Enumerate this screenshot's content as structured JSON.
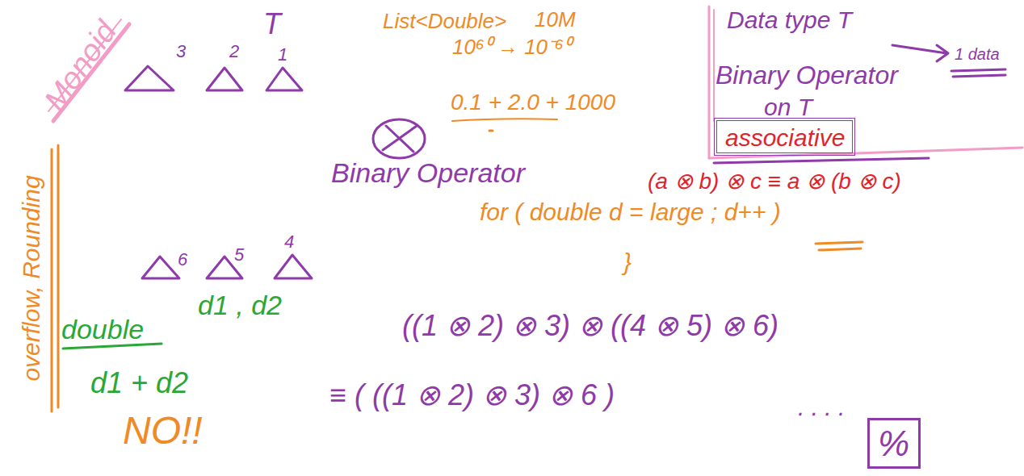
{
  "diagram": {
    "nodes": [
      {
        "text": [
          "associative"
        ]
      },
      {
        "text": [
          "%"
        ]
      }
    ],
    "labels": [
      "Monoid",
      "T",
      "3",
      "2",
      "1",
      "overflow, Rounding",
      "6",
      "5",
      "4",
      "double",
      "d1 , d2",
      "d1 + d2",
      "NO!!",
      "List<Double>",
      "10M",
      "10⁶⁰ → 10⁻⁶⁰",
      "0.1 + 2.0 + 1000",
      "Binary Operator",
      "for ( double d = large ; d++ )",
      "}",
      "Data type T",
      "1 data",
      "Binary Operator",
      "on T",
      "(a ⊗ b) ⊗ c ≡ a ⊗ (b ⊗ c)",
      "((1 ⊗ 2) ⊗ 3) ⊗ ((4 ⊗ 5) ⊗ 6)",
      "≡ ( ((1 ⊗ 2) ⊗ 3) ⊗ 6 )",
      ". . . ."
    ]
  }
}
